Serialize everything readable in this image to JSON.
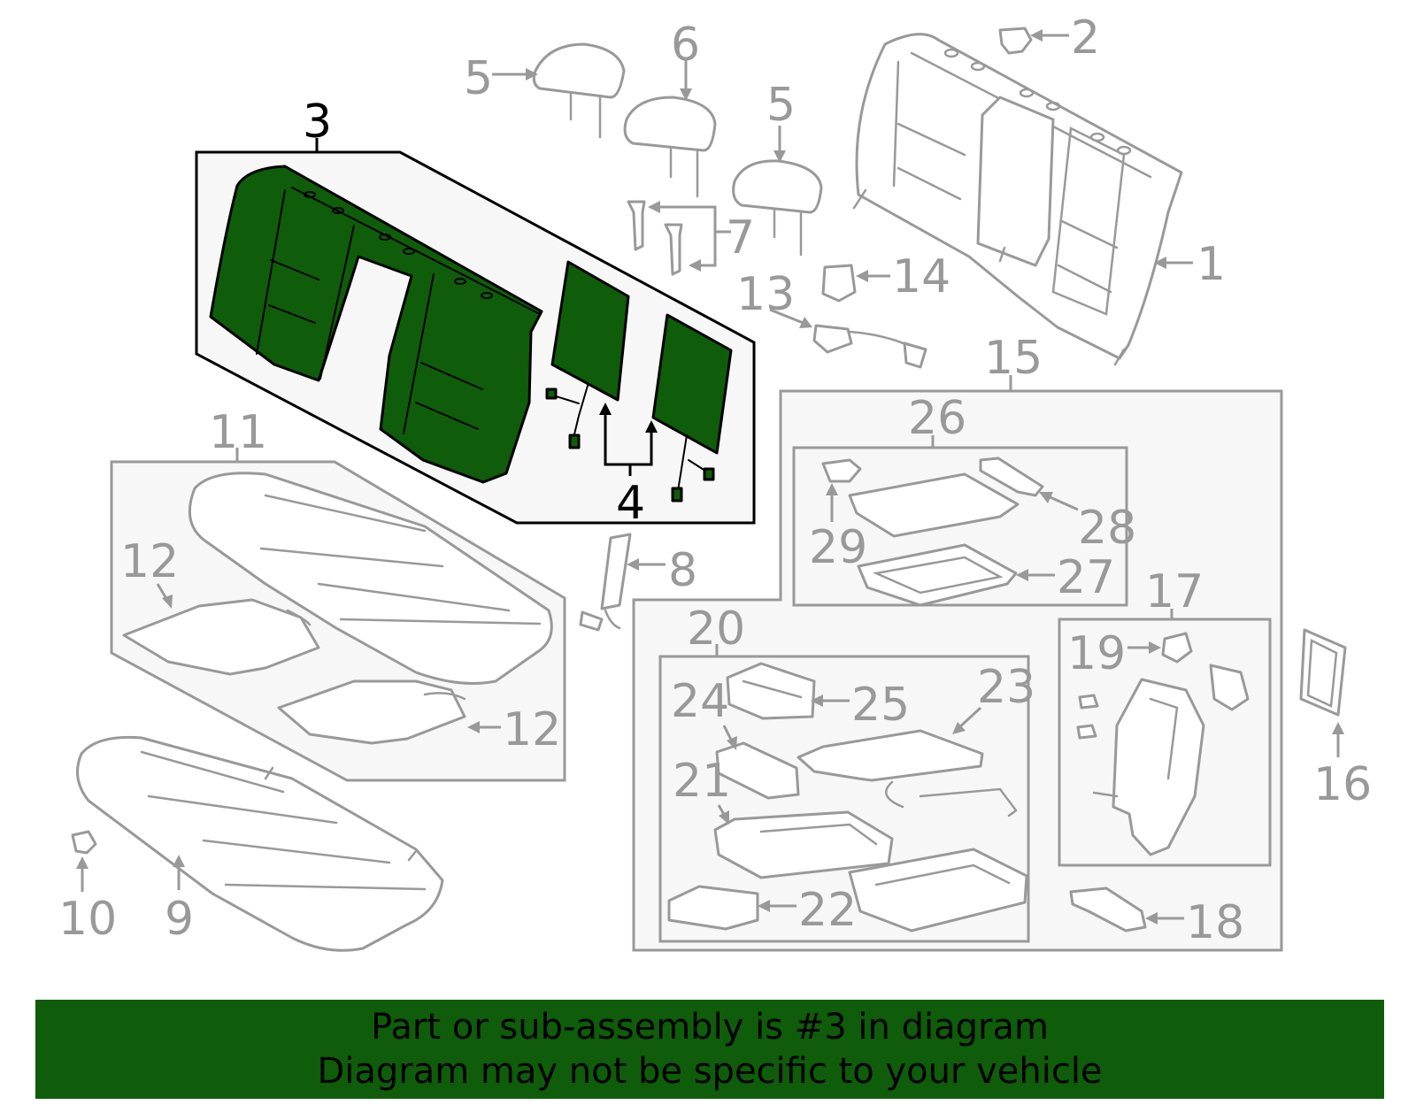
{
  "colors": {
    "highlight": "#0f5c0a",
    "part_stroke": "#999999",
    "banner_bg": "#0f5c0a",
    "highlight_stroke": "#000000"
  },
  "callouts": {
    "c1": "1",
    "c2": "2",
    "c3": "3",
    "c4": "4",
    "c5a": "5",
    "c5b": "5",
    "c6": "6",
    "c7": "7",
    "c8": "8",
    "c9": "9",
    "c10": "10",
    "c11": "11",
    "c12a": "12",
    "c12b": "12",
    "c13": "13",
    "c14": "14",
    "c15": "15",
    "c16": "16",
    "c17": "17",
    "c18": "18",
    "c19": "19",
    "c20": "20",
    "c21": "21",
    "c22": "22",
    "c23": "23",
    "c24": "24",
    "c25": "25",
    "c26": "26",
    "c27": "27",
    "c28": "28",
    "c29": "29"
  },
  "highlighted_part": "3",
  "banner": {
    "line1": "Part or sub-assembly is #3 in diagram",
    "line2": "Diagram may not be specific to your vehicle"
  }
}
